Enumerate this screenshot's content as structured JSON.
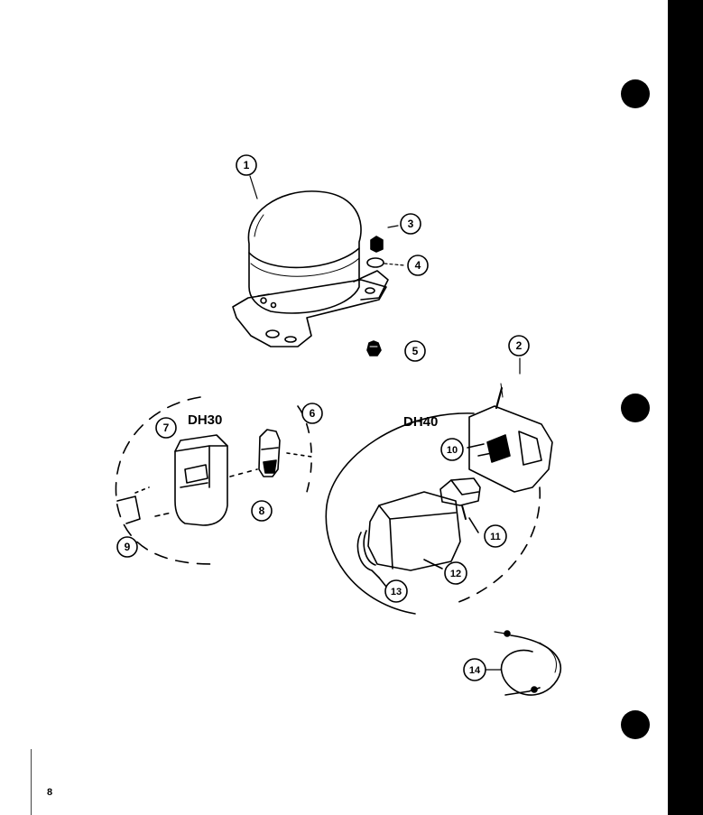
{
  "page": {
    "number": "8"
  },
  "groups": {
    "left": "DH30",
    "right": "DH40"
  },
  "callouts": [
    "1",
    "2",
    "3",
    "4",
    "5",
    "6",
    "7",
    "8",
    "9",
    "10",
    "11",
    "12",
    "13",
    "14"
  ],
  "colors": {
    "ink": "#000000",
    "paper": "#ffffff"
  },
  "icons": [
    "binder-hole-icon"
  ]
}
